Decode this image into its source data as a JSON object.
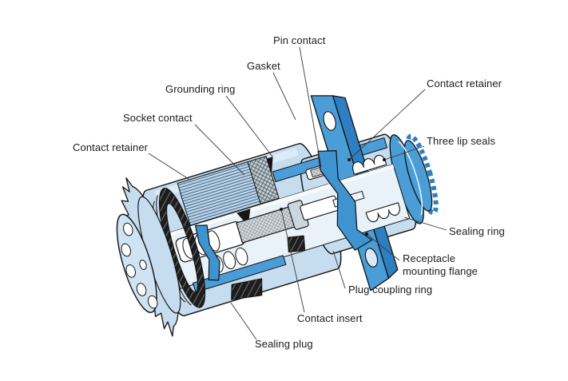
{
  "figure": {
    "type": "technical-cutaway-illustration",
    "subject": "Circular electrical connector cutaway showing plug and receptacle internals",
    "background_color": "#ffffff",
    "colors": {
      "body_light_blue": "#c6dcef",
      "body_pale_blue": "#eaf2f9",
      "accent_blue": "#4a9dd7",
      "accent_blue_dark": "#2e7fc2",
      "outline": "#111111",
      "leader_line": "#3a3a3a",
      "label_text": "#1b1b1b"
    }
  },
  "labels": [
    {
      "id": "pin-contact",
      "text": "Pin contact"
    },
    {
      "id": "gasket",
      "text": "Gasket"
    },
    {
      "id": "grounding-ring",
      "text": "Grounding ring"
    },
    {
      "id": "socket-contact",
      "text": "Socket contact"
    },
    {
      "id": "contact-retainer-left",
      "text": "Contact retainer"
    },
    {
      "id": "contact-retainer-right",
      "text": "Contact retainer"
    },
    {
      "id": "three-lip-seals",
      "text": "Three lip seals"
    },
    {
      "id": "sealing-ring",
      "text": "Sealing ring"
    },
    {
      "id": "receptacle-mounting-flange",
      "text": "Receptacle\nmounting flange"
    },
    {
      "id": "plug-coupling-ring",
      "text": "Plug coupling ring"
    },
    {
      "id": "contact-insert",
      "text": "Contact insert"
    },
    {
      "id": "sealing-plug",
      "text": "Sealing plug"
    }
  ]
}
